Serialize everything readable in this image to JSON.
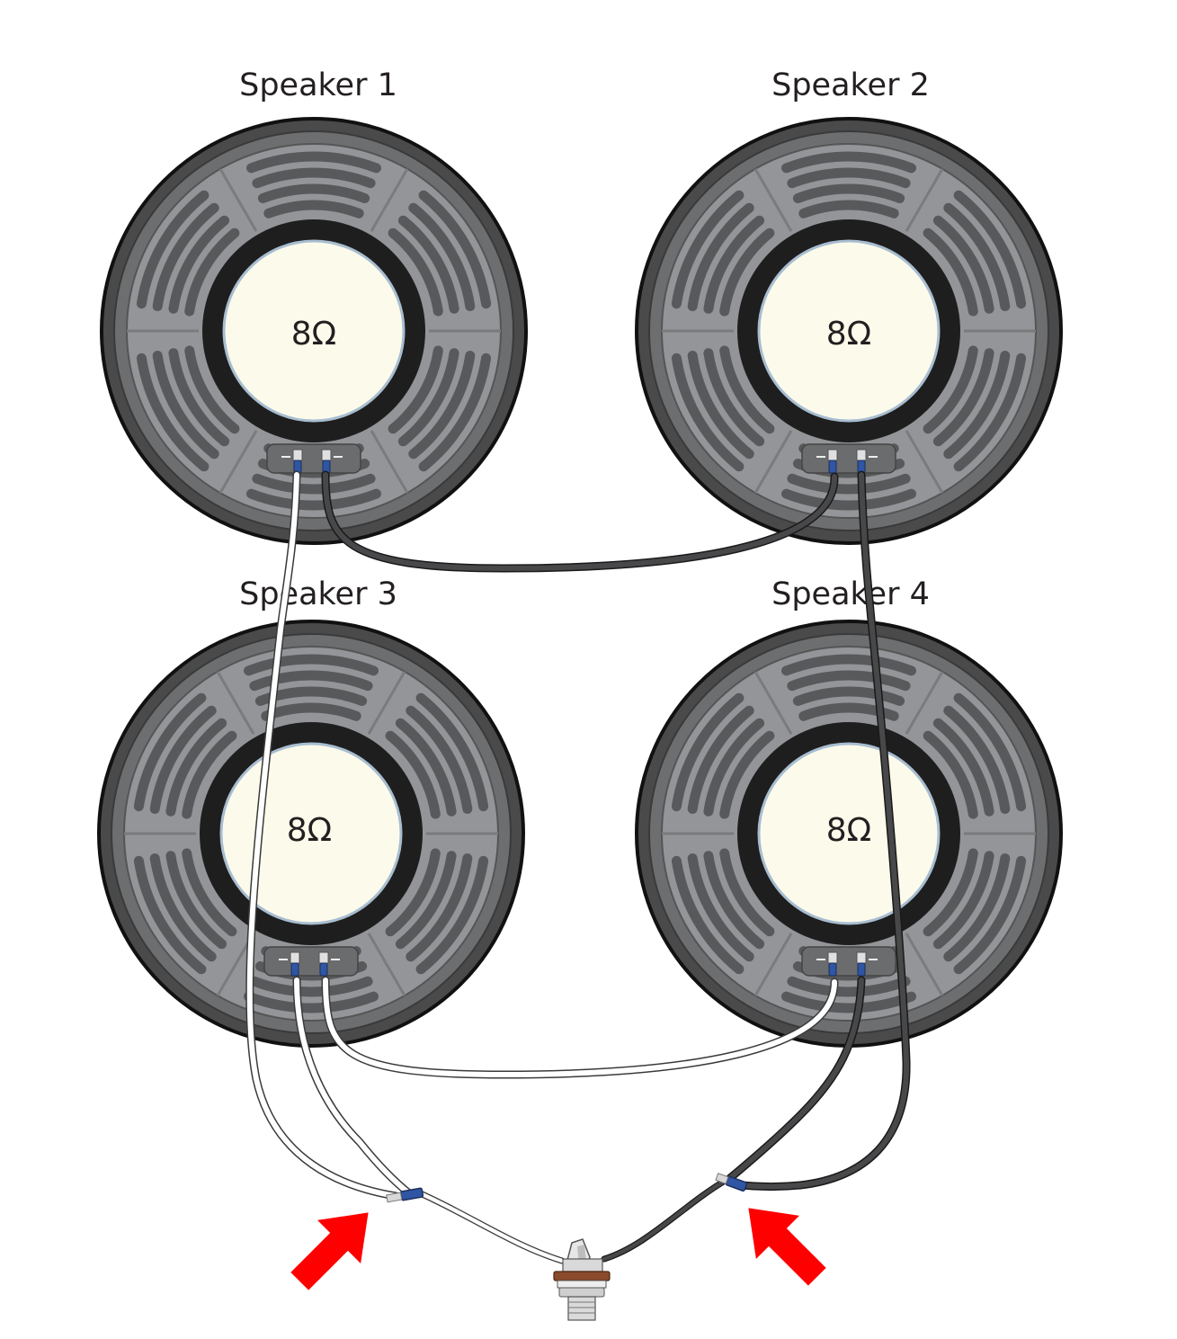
{
  "speakers": [
    {
      "id": "speaker-1",
      "label": "Speaker 1",
      "impedance": "8Ω"
    },
    {
      "id": "speaker-2",
      "label": "Speaker 2",
      "impedance": "8Ω"
    },
    {
      "id": "speaker-3",
      "label": "Speaker 3",
      "impedance": "8Ω"
    },
    {
      "id": "speaker-4",
      "label": "Speaker 4",
      "impedance": "8Ω"
    }
  ],
  "terminals": {
    "positive": "+",
    "negative": "−"
  },
  "colors": {
    "frame_outer": "#4a4a4a",
    "frame_mid": "#6d6e70",
    "basket": "#939598",
    "slot": "#58595b",
    "magnet_ring": "#1e1e1e",
    "dust_cap": "#fcfbeb",
    "wire_white": "#ffffff",
    "wire_dark": "#3f3f41",
    "connector": "#2f55a4",
    "jack_washer": "#8b4a2b",
    "arrow": "#ff0000"
  },
  "icons": {
    "arrows": [
      "red-arrow-icon",
      "red-arrow-icon"
    ],
    "jack": "output-jack-icon"
  }
}
